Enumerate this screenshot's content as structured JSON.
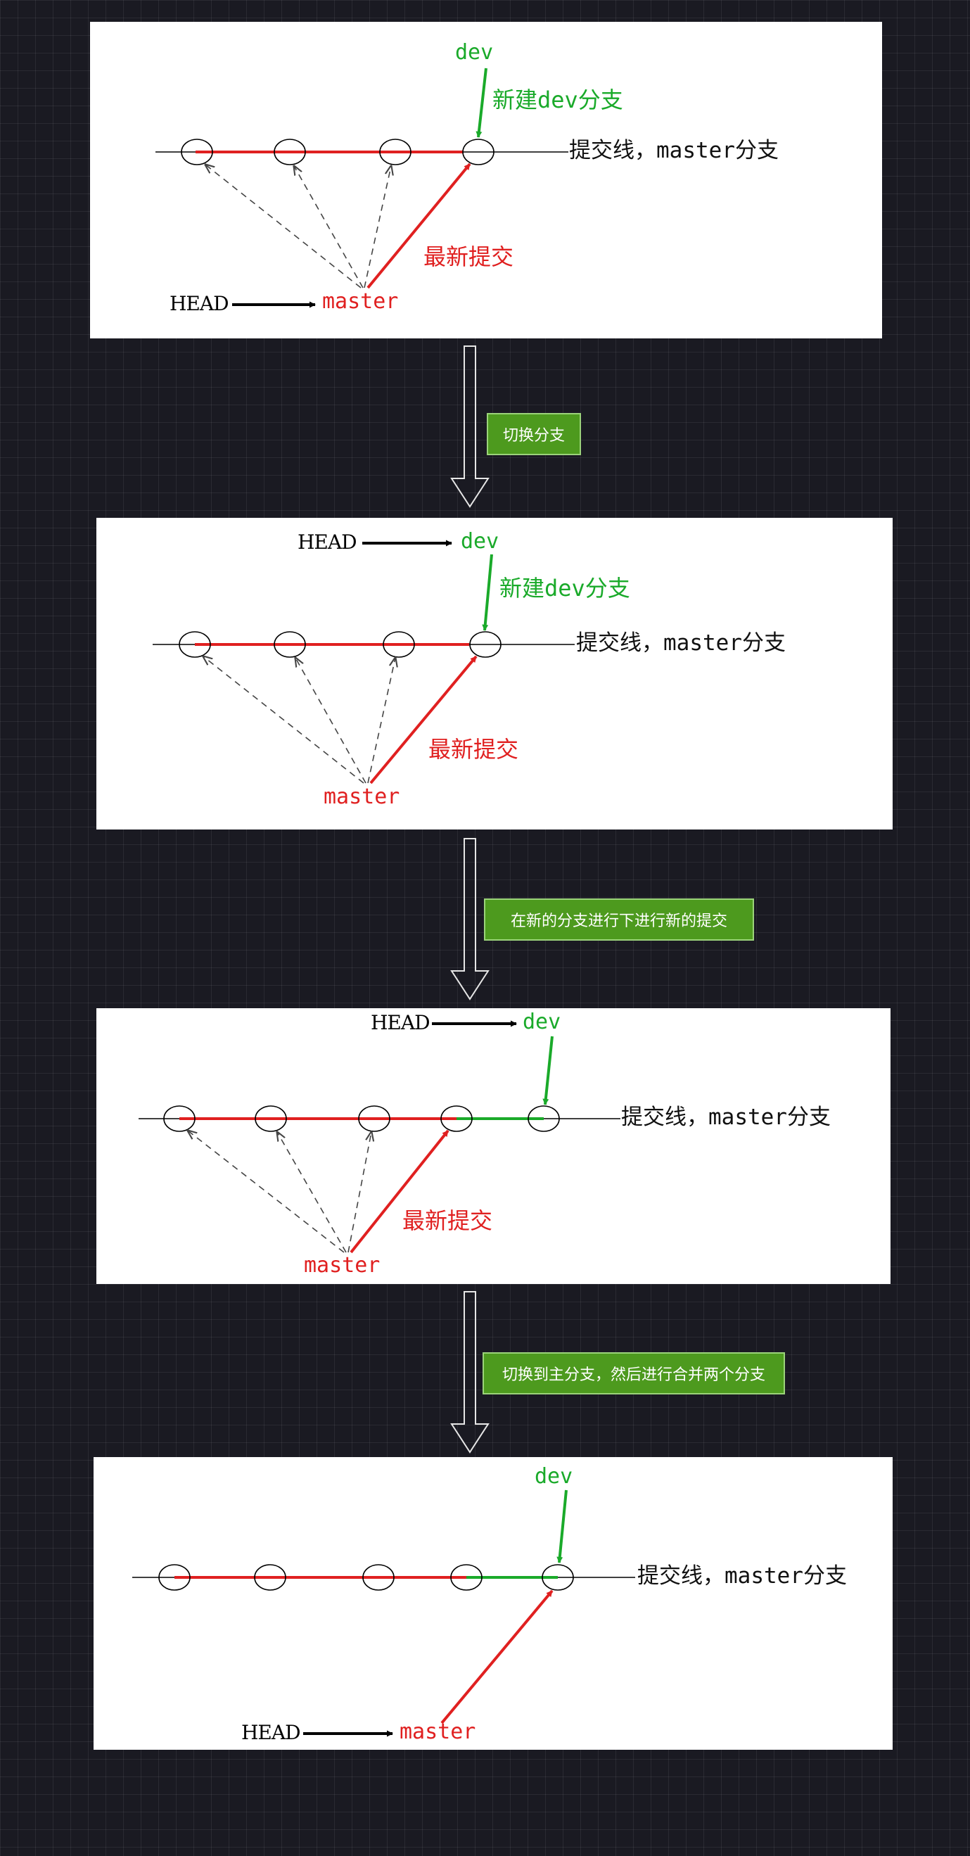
{
  "labels": {
    "head": "HEAD",
    "master": "master",
    "dev": "dev",
    "new_dev_branch": "新建dev分支",
    "latest_commit": "最新提交",
    "commit_line": "提交线，master分支"
  },
  "steps": [
    "切换分支",
    "在新的分支进行下进行新的提交",
    "切换到主分支，然后进行合并两个分支"
  ],
  "colors": {
    "background": "#1a1a22",
    "panel": "#ffffff",
    "red_line": "#e02020",
    "green_line": "#1aaa2a",
    "step_box": "#4d9a1e"
  },
  "icons": [
    "hollow-down-arrow-icon"
  ]
}
